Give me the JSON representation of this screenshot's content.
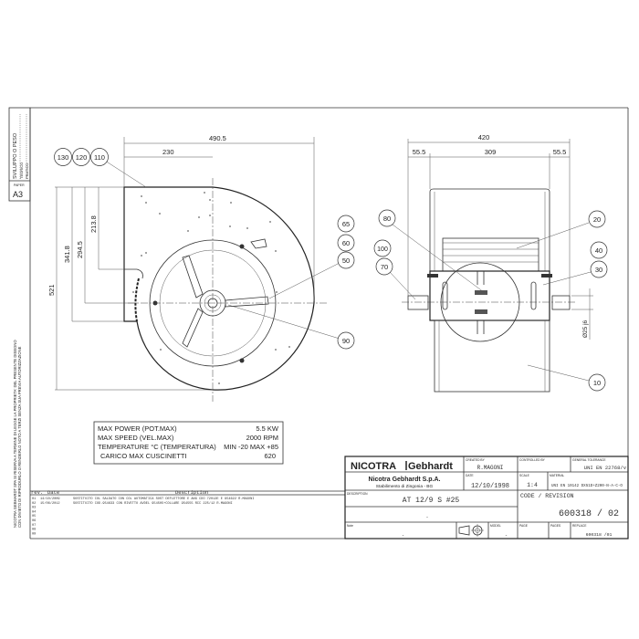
{
  "sheet": {
    "side_title": "SVILUPPO O PESO",
    "side_sub1": "TEORICO",
    "side_sub2": "PRATICO",
    "paper_label": "PAPER",
    "paper_size": "A3",
    "legal_line1": "NICOTRA GEBHARDT SPA SI RISERVA A TERMINE DI LEGGE LA PROPRIETA' DEL PRESENTE DISEGNO",
    "legal_line2": "CON DIVIETO DI RIPRODURLO O RENDERLO NOTO A TERZI SENZA SUA PREVIA AUTORIZZAZIONE"
  },
  "front_view": {
    "dims": {
      "overall_width": "490.5",
      "half_width": "230",
      "height": "521",
      "d1": "341.8",
      "d2": "294.5",
      "d3": "213.8"
    },
    "balloons": [
      "130",
      "120",
      "110",
      "65",
      "60",
      "50",
      "90"
    ]
  },
  "side_view": {
    "dims": {
      "overall": "420",
      "left": "55.5",
      "middle": "309",
      "right": "55.5",
      "shaft": "Ø25 j6"
    },
    "balloons": [
      "80",
      "100",
      "70",
      "20",
      "40",
      "30",
      "10"
    ]
  },
  "specs": [
    {
      "label": "MAX POWER (POT.MAX)",
      "value": "5.5 KW"
    },
    {
      "label": "MAX SPEED (VEL.MAX)",
      "value": "2000 RPM"
    },
    {
      "label": "TEMPERATURE °C (TEMPERATURA)",
      "value": "MIN -20 MAX +85"
    },
    {
      "label": "CARICO MAX CUSCINETTI",
      "value": "620"
    }
  ],
  "revisions": {
    "headers": {
      "rev": "rev.",
      "date": "Date",
      "desc": "Description"
    },
    "rows": [
      {
        "rev": "01",
        "date": "14/10/2009",
        "desc": "SOSTITUITO COL SALDATO CON COL AUTOMATICA SOST DEFLETTORE E ANG CDO 72012E E 954622 R.MAGONI"
      },
      {
        "rev": "02",
        "date": "15/06/2012",
        "desc": "SOSTITUITO COD.954633 CON RIVETTO AVDEL 954505+COLLARE 954555 RCC 225/12 R.MAGONI"
      },
      {
        "rev": "03",
        "date": "",
        "desc": ""
      },
      {
        "rev": "04",
        "date": "",
        "desc": ""
      },
      {
        "rev": "05",
        "date": "",
        "desc": ""
      },
      {
        "rev": "06",
        "date": "",
        "desc": ""
      },
      {
        "rev": "07",
        "date": "",
        "desc": ""
      },
      {
        "rev": "08",
        "date": "",
        "desc": ""
      },
      {
        "rev": "09",
        "date": "",
        "desc": ""
      }
    ]
  },
  "title_block": {
    "logo_left": "NICOTRA",
    "logo_right": "Gebhardt",
    "company": "Nicotra Gebhardt S.p.A.",
    "plant": "Stabilimento di Zingonia - BG",
    "created_by_label": "CREATED BY",
    "created_by": "R.MAGONI",
    "controlled_by_label": "CONTROLLED BY",
    "controlled_by": "",
    "tolerance_label": "GENERAL TOLERANCE",
    "tolerance": "UNI EN 22768/v",
    "date_label": "DATE",
    "date": "12/10/1998",
    "scale_label": "SCALE",
    "scale": "1:4",
    "material_label": "MATERIAL",
    "material": "UNI EN 10142 DX51D+Z200-N-A-C-O",
    "description_label": "DESCRIPTION",
    "description": "AT 12/9 S #25",
    "description2": "-",
    "code_label": "CODE / REVISION",
    "code": "600318 / 02",
    "note_label": "Note",
    "note": "-",
    "model_label": "MODEL",
    "model": "-",
    "page_label": "PAGE",
    "pages_label": "PAGES",
    "replace_label": "REPLACE",
    "replace": "600318 /01"
  }
}
